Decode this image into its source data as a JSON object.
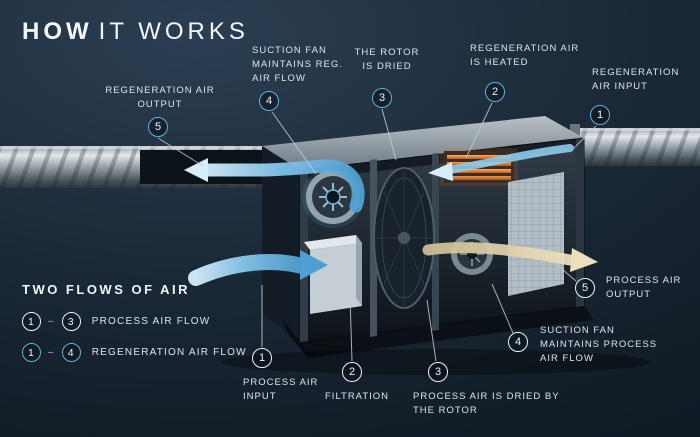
{
  "title": {
    "bold": "HOW",
    "light": "IT WORKS"
  },
  "colors": {
    "background": "#1b2937",
    "regeneration_accent": "#5cb2e2",
    "process_accent": "#eef3f6",
    "heater_orange": "#e0762a",
    "dry_air_beige": "#dcd0ab"
  },
  "callouts": {
    "top": [
      {
        "number": "5",
        "label": "REGENERATION AIR OUTPUT",
        "flow": "regeneration"
      },
      {
        "number": "4",
        "label": "SUCTION FAN MAINTAINS REG. AIR FLOW",
        "flow": "regeneration"
      },
      {
        "number": "3",
        "label": "THE ROTOR IS DRIED",
        "flow": "regeneration"
      },
      {
        "number": "2",
        "label": "REGENERATION AIR IS HEATED",
        "flow": "regeneration"
      },
      {
        "number": "1",
        "label": "REGENERATION AIR INPUT",
        "flow": "regeneration"
      }
    ],
    "bottom": [
      {
        "number": "1",
        "label": "PROCESS AIR INPUT",
        "flow": "process"
      },
      {
        "number": "2",
        "label": "FILTRATION",
        "flow": "process"
      },
      {
        "number": "3",
        "label": "PROCESS AIR IS DRIED BY THE ROTOR",
        "flow": "process"
      },
      {
        "number": "4",
        "label": "SUCTION FAN MAINTAINS PROCESS AIR FLOW",
        "flow": "process"
      },
      {
        "number": "5",
        "label": "PROCESS AIR OUTPUT",
        "flow": "process"
      }
    ]
  },
  "legend": {
    "title": "TWO FLOWS OF AIR",
    "separator": "–",
    "items": [
      {
        "from": "1",
        "to": "3",
        "label": "PROCESS AIR FLOW",
        "flow": "process"
      },
      {
        "from": "1",
        "to": "4",
        "label": "REGENERATION AIR FLOW",
        "flow": "regeneration"
      }
    ]
  }
}
